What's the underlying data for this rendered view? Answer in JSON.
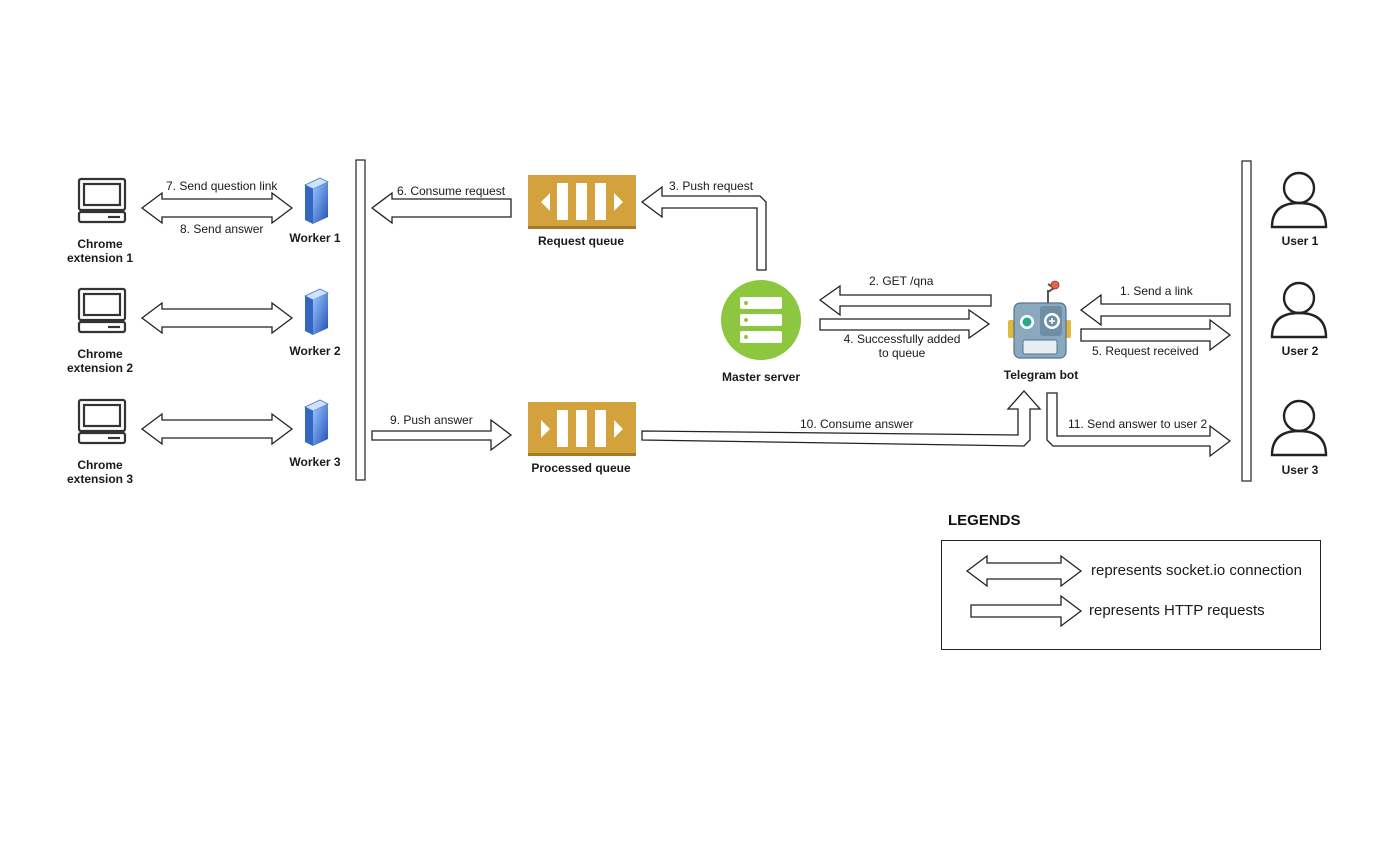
{
  "nodes": {
    "chrome1": {
      "line1": "Chrome",
      "line2": "extension 1"
    },
    "chrome2": {
      "line1": "Chrome",
      "line2": "extension 2"
    },
    "chrome3": {
      "line1": "Chrome",
      "line2": "extension 3"
    },
    "worker1": "Worker 1",
    "worker2": "Worker 2",
    "worker3": "Worker 3",
    "request_queue": "Request queue",
    "processed_queue": "Processed queue",
    "master_server": "Master server",
    "telegram_bot": "Telegram bot",
    "user1": "User 1",
    "user2": "User 2",
    "user3": "User 3"
  },
  "edges": {
    "e1": "1. Send a link",
    "e2": "2. GET /qna",
    "e3": "3. Push request",
    "e4_line1": "4. Successfully added",
    "e4_line2": "to queue",
    "e5": "5. Request received",
    "e6": "6. Consume request",
    "e7": "7. Send question link",
    "e8": "8. Send answer",
    "e9": "9. Push answer",
    "e10": "10. Consume answer",
    "e11": "11. Send answer to user 2"
  },
  "legend": {
    "title": "LEGENDS",
    "socket": "represents socket.io connection",
    "http": "represents HTTP requests"
  },
  "colors": {
    "queue": "#D4A23C",
    "server": "#8DC63F",
    "worker": "#2F6FD0",
    "stroke": "#1a1a1a"
  }
}
